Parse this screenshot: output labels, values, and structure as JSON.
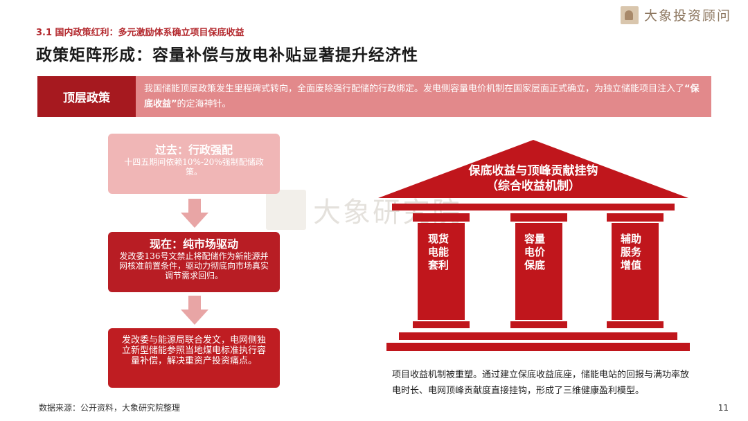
{
  "header": {
    "section_label": "3.1 国内政策红利：多元激励体系确立项目保底收益",
    "title": "政策矩阵形成：容量补偿与放电补贴显著提升经济性",
    "brand": "大象投资顾问"
  },
  "policy": {
    "tag": "顶层政策",
    "text_before": "我国储能顶层政策发生里程碑式转向，全面废除强行配储的行政绑定。发电侧容量电价机制在国家层面正式确立，为独立储能项目注入了",
    "text_bold": "“保底收益”",
    "text_after": "的定海神针。"
  },
  "flow": {
    "past": {
      "title": "过去：行政强配",
      "text": "十四五期间依赖10%-20%强制配储政策。"
    },
    "now": {
      "title": "现在：纯市场驱动",
      "text": "发改委136号文禁止将配储作为新能源并网核准前置条件，驱动力彻底向市场真实调节需求回归。"
    },
    "next": {
      "text": "发改委与能源局联合发文，电网侧独立新型储能参照当地煤电标准执行容量补偿，解决重资产投资痛点。"
    }
  },
  "temple": {
    "roof_line1": "保底收益与顶峰贡献挂钩",
    "roof_line2": "（综合收益机制）",
    "pillars": [
      "现货电能套利",
      "容量电价保底",
      "辅助服务增值"
    ]
  },
  "watermark": "大象研究院",
  "caption": "项目收益机制被重塑。通过建立保底收益底座，储能电站的回报与满功率放电时长、电网顶峰贡献度直接挂钩，形成了三维健康盈利模型。",
  "footer": {
    "source": "数据来源：公开资料，大象研究院整理",
    "page": "11"
  },
  "colors": {
    "primary_red": "#a6191f",
    "bar_pink": "#e2898b",
    "light_pink": "#f0b6b6",
    "temple_red": "#c0161c"
  }
}
